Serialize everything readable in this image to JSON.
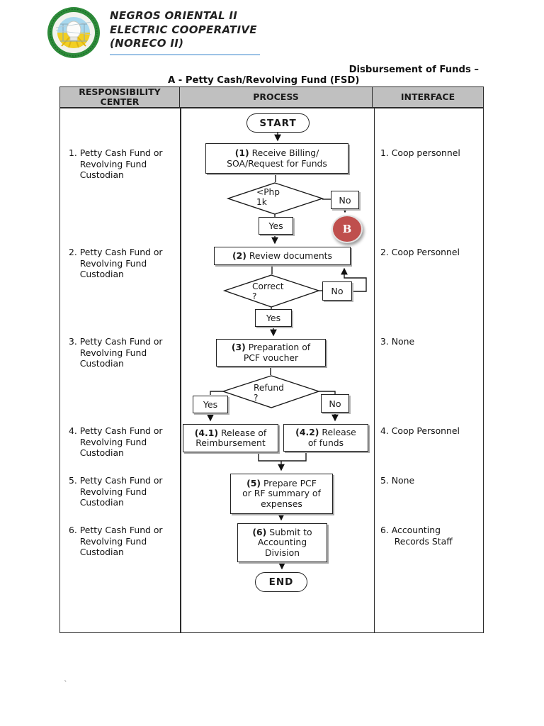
{
  "header": {
    "company_name": "NEGROS ORIENTAL II\nELECTRIC COOPERATIVE\n(NORECO II)",
    "logo": "noreco-ii-circular-seal",
    "underline_color": "#9dc3e6"
  },
  "title": {
    "line1": "Disbursement of Funds –",
    "line2": "A - Petty Cash/Revolving Fund (FSD)"
  },
  "table": {
    "headers": [
      "RESPONSIBILITY\nCENTER",
      "PROCESS",
      "INTERFACE"
    ],
    "header_bg": "#c0c0c0",
    "responsibility_items": [
      "1. Petty Cash Fund or\n    Revolving Fund\n    Custodian",
      "2. Petty Cash Fund or\n    Revolving Fund\n    Custodian",
      "3. Petty Cash Fund or\n    Revolving Fund\n    Custodian",
      "4. Petty Cash Fund or\n    Revolving Fund\n    Custodian",
      "5. Petty Cash Fund or\n    Revolving Fund\n    Custodian",
      "6. Petty Cash Fund or\n    Revolving Fund\n    Custodian"
    ],
    "interface_items": [
      "1. Coop personnel",
      "2. Coop Personnel",
      "3. None",
      "4. Coop Personnel",
      "5. None",
      "6. Accounting\n     Records Staff"
    ]
  },
  "flowchart": {
    "start": "START",
    "end": "END",
    "yes": "Yes",
    "no": "No",
    "connector_b": "B",
    "connector_color": "#bf4f4d",
    "steps": {
      "s1": {
        "num": "(1)",
        "text": " Receive Billing/\nSOA/Request for Funds"
      },
      "s2": {
        "num": "(2)",
        "text": " Review documents"
      },
      "s3": {
        "num": "(3)",
        "text": " Preparation of\nPCF voucher"
      },
      "s41": {
        "num": "(4.1)",
        "text": " Release of\nReimbursement"
      },
      "s42": {
        "num": "(4.2)",
        "text": " Release\nof funds"
      },
      "s5": {
        "num": "(5)",
        "text": " Prepare PCF\nor RF summary of\nexpenses"
      },
      "s6": {
        "num": "(6)",
        "text": " Submit to\nAccounting\nDivision"
      }
    },
    "decisions": {
      "d1": "<Php\n1k",
      "d2": "Correct\n?",
      "d3": "Refund\n?"
    }
  },
  "footer": {
    "stray_mark": "`"
  }
}
